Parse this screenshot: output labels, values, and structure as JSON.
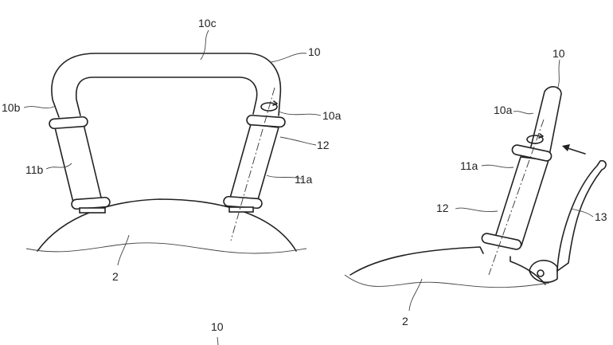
{
  "left_figure": {
    "labels": {
      "bridge": "10c",
      "handle": "10",
      "left_arm": "10b",
      "right_arm": "10a",
      "rotation_part": "12",
      "left_grip": "11b",
      "right_grip": "11a",
      "body": "2"
    }
  },
  "right_figure": {
    "labels": {
      "handle": "10",
      "arm": "10a",
      "grip": "11a",
      "rotation_part": "12",
      "lever": "13",
      "body": "2"
    }
  },
  "footer": {
    "label": "10"
  }
}
